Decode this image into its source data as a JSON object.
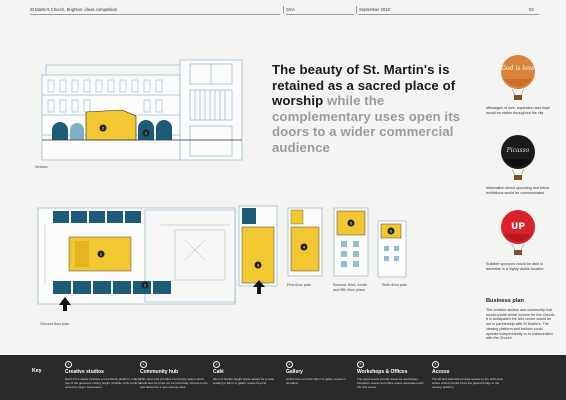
{
  "header": {
    "left": "St Martin's Church, Brighton: ideas competition",
    "center": "SGA",
    "date": "September 2018",
    "page": "03"
  },
  "headline": {
    "bold": "The beauty of St. Martin's is retained as a sacred place of worship",
    "grey": " while the complementary uses open its doors to a wider commercial audience"
  },
  "captions": {
    "section": "Section",
    "ground": "Ground floor plan",
    "first": "First floor plan",
    "second": "Second, third, fourth and fifth floor plans",
    "sixth": "Sixth floor plan"
  },
  "balloons": [
    {
      "caption": "Messages of love, inspiration and hope would be visible throughout the city",
      "icon": "hot-air-balloon-icon",
      "color": "#d9843a",
      "text_on_balloon": "God is love"
    },
    {
      "caption": "Information about upcoming and future exhibitions would be communicated",
      "icon": "hot-air-balloon-icon",
      "color": "#1b1b1b",
      "text_on_balloon": "Picasso"
    },
    {
      "caption": "Suitable sponsors would be able to advertise in a highly visible location",
      "icon": "hot-air-balloon-icon",
      "color": "#d8232a",
      "text_on_balloon": "UP"
    }
  ],
  "business": {
    "title": "Business plan",
    "text": "The creative studios and community hub would create rental income for the Church. It is anticipated the Arts centre would be run in partnership with St Martin's. The viewing platform and balloon could operate independently or in collaboration with the Church."
  },
  "key": {
    "title": "Key",
    "items": [
      {
        "num": "1",
        "title": "Creative studios",
        "text": "Each 27m² studio includes a mezzanine platform, making use of the generous ceiling height. Multiple units could be rented by larger businesses."
      },
      {
        "num": "2",
        "title": "Community hub",
        "text": "This 'Ikea' pod provides community space which could also be hired out commercially. Access to the roof allows for a new viewing deck."
      },
      {
        "num": "3",
        "title": "Café",
        "text": "84m² of double height space allows for a café, leading to 84m² of gallery space beyond."
      },
      {
        "num": "4",
        "title": "Gallery",
        "text": "At first floor a further 84m² of gallery space is provided."
      },
      {
        "num": "5",
        "title": "Workshops & Offices",
        "text": "The upper levels provide areas for workshops, education events and office space associated with the Arts centre."
      },
      {
        "num": "6",
        "title": "Access",
        "text": "The lift and staircase provide access to the sixth level where visitors would cross the glazed bridge to the viewing platform."
      }
    ]
  },
  "colors": {
    "accent_yellow": "#f2c832",
    "accent_teal": "#1c5b7a",
    "dark_band": "#2a2a2a"
  }
}
